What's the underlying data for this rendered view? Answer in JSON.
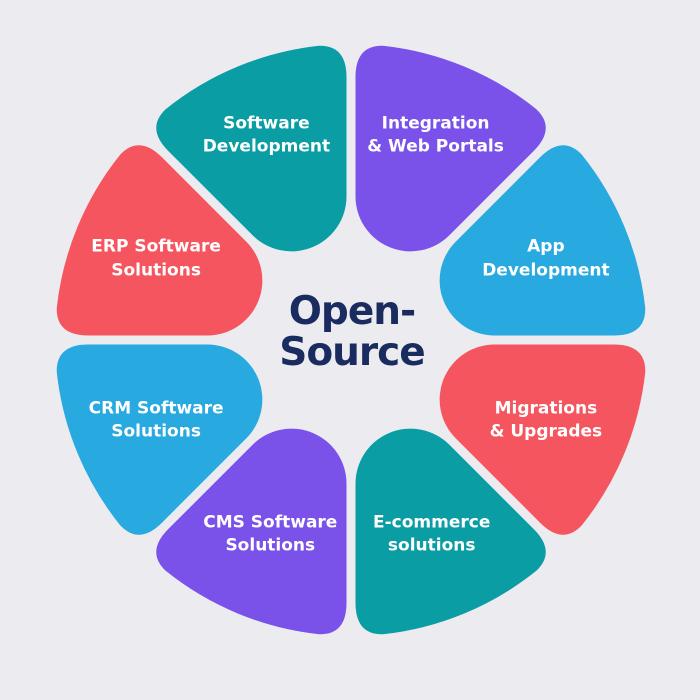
{
  "center_title": {
    "line1": "Open-",
    "line2": "Source",
    "full": "Open-Source"
  },
  "colors": {
    "background": "#ECECF0",
    "title_text": "#1A2B5F",
    "label_text": "#FFFFFF",
    "teal": "#0A9EA4",
    "purple": "#7A52EA",
    "blue": "#28A9E0",
    "red": "#F5555F"
  },
  "chart_data": {
    "type": "diagram-wheel",
    "title": "Open-Source",
    "segment_count": 8,
    "segments": [
      {
        "label": "Software Development",
        "lines": [
          "Software",
          "Development"
        ],
        "color": "#0A9EA4",
        "position": "top-left"
      },
      {
        "label": "Integration & Web Portals",
        "lines": [
          "Integration",
          "& Web Portals"
        ],
        "color": "#7A52EA",
        "position": "top-right"
      },
      {
        "label": "App Development",
        "lines": [
          "App",
          "Development"
        ],
        "color": "#28A9E0",
        "position": "right-upper"
      },
      {
        "label": "Migrations & Upgrades",
        "lines": [
          "Migrations",
          "& Upgrades"
        ],
        "color": "#F5555F",
        "position": "right-lower"
      },
      {
        "label": "E-commerce solutions",
        "lines": [
          "E-commerce",
          "solutions"
        ],
        "color": "#0A9EA4",
        "position": "bottom-right"
      },
      {
        "label": "CMS Software Solutions",
        "lines": [
          "CMS Software",
          "Solutions"
        ],
        "color": "#7A52EA",
        "position": "bottom-left"
      },
      {
        "label": "CRM Software Solutions",
        "lines": [
          "CRM Software",
          "Solutions"
        ],
        "color": "#28A9E0",
        "position": "left-lower"
      },
      {
        "label": "ERP Software Solutions",
        "lines": [
          "ERP Software",
          "Solutions"
        ],
        "color": "#F5555F",
        "position": "left-upper"
      }
    ]
  }
}
